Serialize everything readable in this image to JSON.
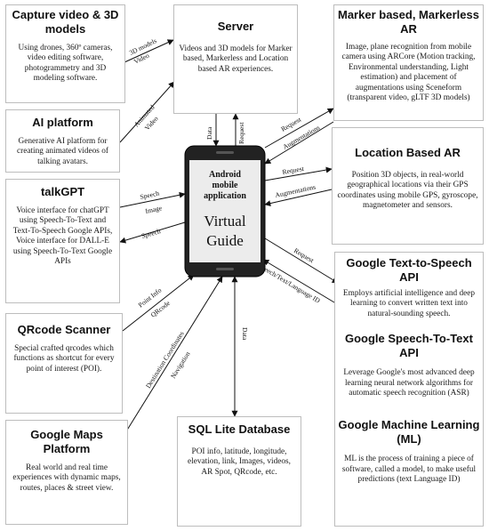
{
  "boxes": {
    "capture": {
      "title": "Capture video & 3D models",
      "text": "Using drones, 360º cameras, video editing software, photogrammetry and 3D modeling software."
    },
    "ai": {
      "title": "AI platform",
      "text": "Generative AI platform for creating animated videos of talking avatars."
    },
    "talkgpt": {
      "title": "talkGPT",
      "text": "Voice interface for chatGPT using Speech-To-Text and Text-To-Speech Google APIs, Voice interface for DALL-E using Speech-To-Text Google APIs"
    },
    "qrcode": {
      "title": "QRcode Scanner",
      "text": "Special crafted qrcodes which functions as shortcut for every point of interest (POI)."
    },
    "maps": {
      "title": "Google Maps Platform",
      "text": "Real world and real time experiences with dynamic maps, routes, places & street view."
    },
    "server": {
      "title": "Server",
      "text": "Videos and 3D models for Marker based, Markerless and Location based AR experiences."
    },
    "sqlite": {
      "title": "SQL Lite Database",
      "text": "POI info, latitude, longitude, elevation, link, Images, videos, AR Spot, QRcode, etc."
    },
    "marker": {
      "title": "Marker based, Markerless AR",
      "text": "Image, plane recognition from mobile camera using ARCore (Motion tracking, Environmental understanding, Light estimation) and placement of augmentations using Sceneform (transparent video, gLTF 3D models)"
    },
    "location": {
      "title": "Location Based AR",
      "text": "Position 3D objects, in real-world geographical locations via their GPS coordinates using mobile GPS, gyroscope, magnetometer and sensors."
    },
    "google": {
      "tts_title": "Google Text-to-Speech API",
      "tts_text": "Employs artificial intelligence and deep learning to convert written text into natural-sounding speech.",
      "stt_title": "Google Speech-To-Text API",
      "stt_text": "Leverage Google's most advanced deep learning neural network algorithms for automatic speech recognition (ASR)",
      "ml_title": "Google Machine Learning (ML)",
      "ml_text": "ML is the process of training a piece of software, called a model, to make useful predictions (text Language ID)"
    }
  },
  "phone": {
    "line1": "Android",
    "line2": "mobile",
    "line3": "application",
    "big1": "Virtual",
    "big2": "Guide"
  },
  "labels": {
    "models3d": "3D models",
    "video": "Video",
    "animated": "Animated",
    "video2": "Video",
    "speech": "Speech",
    "image": "Image",
    "speech2": "Speech",
    "pointinfo": "Point Info",
    "qrcode": "QRcode",
    "destination": "Destination Coordinates",
    "navigation": "Navigation",
    "data_top": "Data",
    "request_top": "Request",
    "data_bottom": "Data",
    "request_marker": "Request",
    "augment_marker": "Augmentations",
    "request_loc": "Request",
    "augment_loc": "Augmentations",
    "request_google": "Request",
    "speech_text_lang": "Speech/Text/Language ID"
  }
}
